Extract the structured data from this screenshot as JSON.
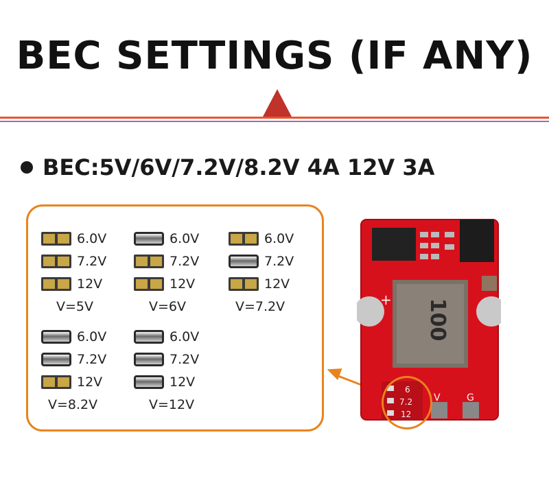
{
  "title": "BEC SETTINGS (IF ANY)",
  "spec": "BEC:5V/6V/7.2V/8.2V 4A   12V 3A",
  "labels": [
    "6.0V",
    "7.2V",
    "12V"
  ],
  "configs": [
    {
      "caption": "V=5V",
      "pads": [
        "gold",
        "gold",
        "gold"
      ]
    },
    {
      "caption": "V=6V",
      "pads": [
        "dark",
        "gold",
        "gold"
      ]
    },
    {
      "caption": "V=7.2V",
      "pads": [
        "gold",
        "dark",
        "gold"
      ]
    },
    {
      "caption": "V=8.2V",
      "pads": [
        "dark",
        "dark",
        "gold"
      ]
    },
    {
      "caption": "V=12V",
      "pads": [
        "dark",
        "dark",
        "dark"
      ]
    }
  ],
  "board": {
    "inductor_marking": "100",
    "silk_plus": "+",
    "silk_6": "6",
    "silk_72": "7.2",
    "silk_12": "12",
    "silk_v": "V",
    "silk_g": "G"
  },
  "colors": {
    "accent": "#e8831e",
    "rule": "#e8562d",
    "pcb": "#d7111c"
  }
}
